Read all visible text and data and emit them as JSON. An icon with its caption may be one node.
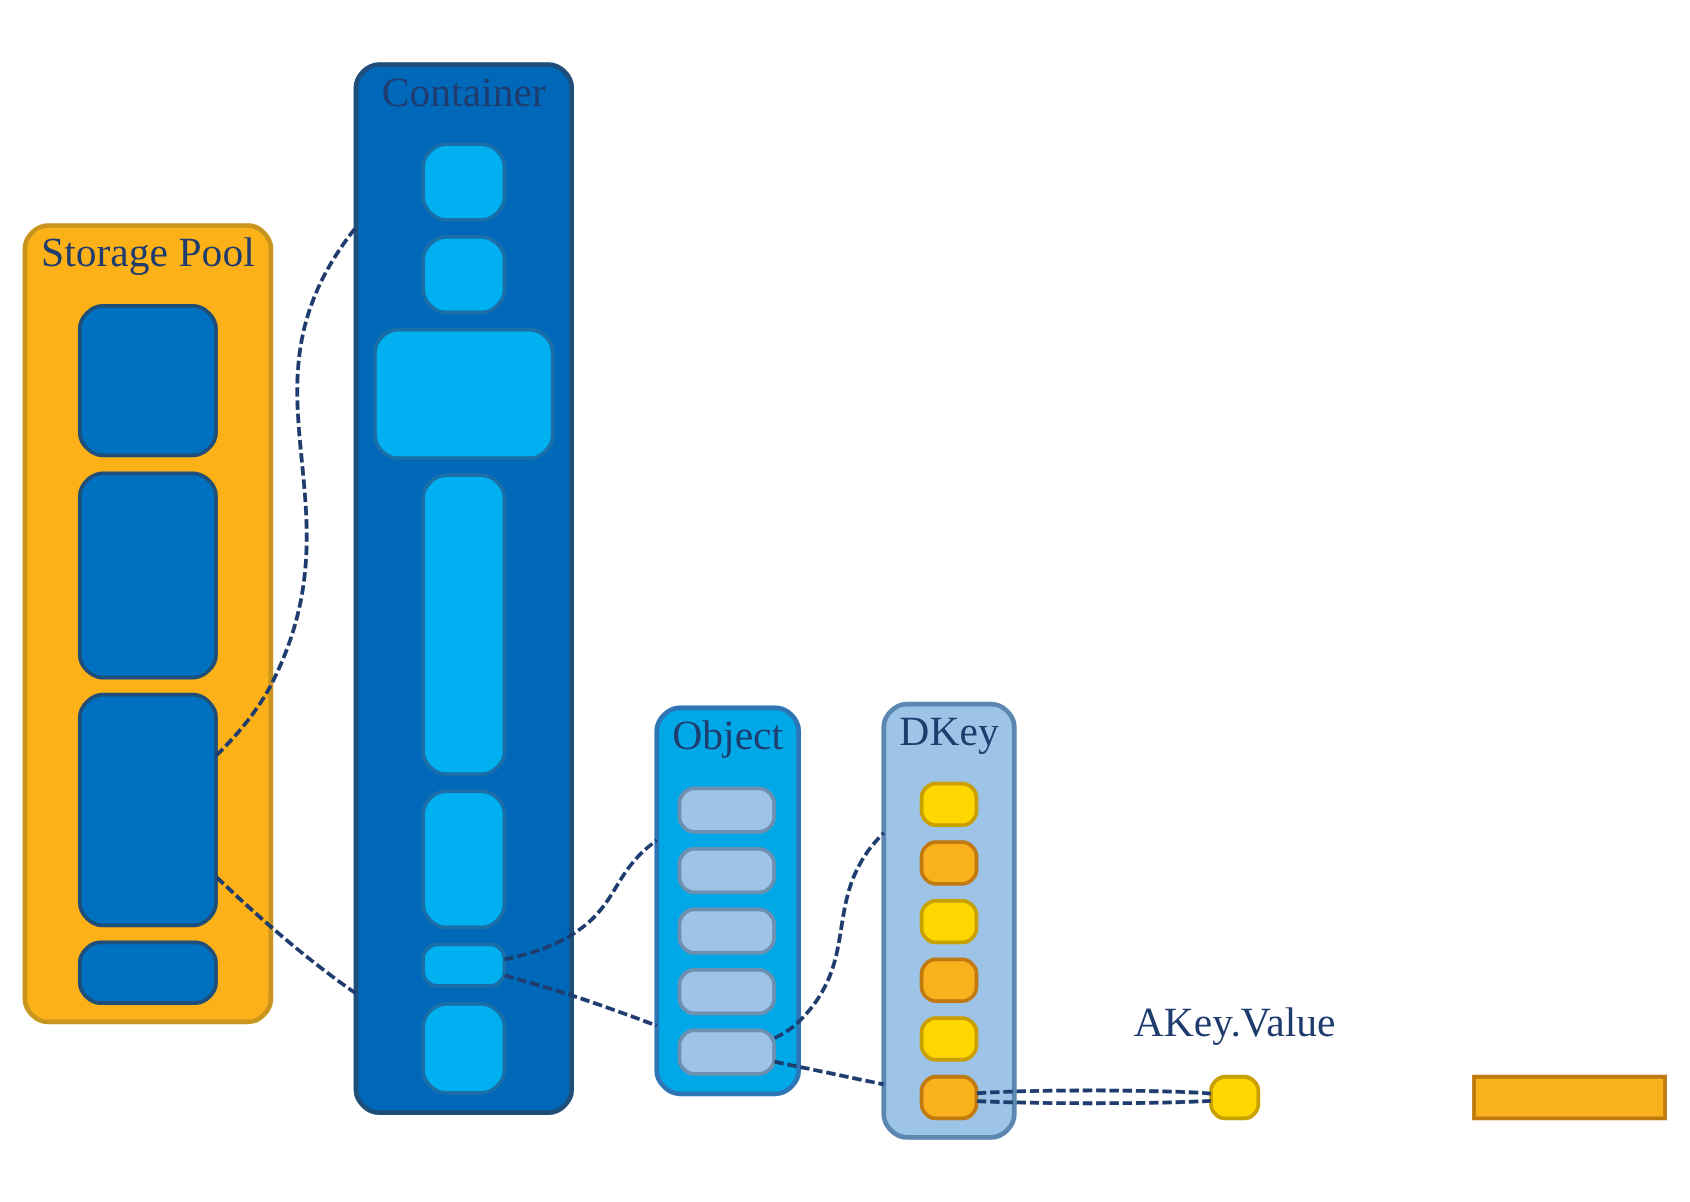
{
  "diagram": {
    "nodes": [
      {
        "text": [
          "Storage Pool"
        ]
      },
      {
        "text": [],
        "shape": "box",
        "in": 0
      },
      {
        "text": [],
        "shape": "box",
        "in": 0
      },
      {
        "text": [],
        "shape": "box",
        "in": 0
      },
      {
        "text": [],
        "shape": "box",
        "in": 0
      },
      {
        "text": [
          "Container"
        ]
      },
      {
        "text": [],
        "shape": "box",
        "in": 5
      },
      {
        "text": [],
        "shape": "box",
        "in": 5
      },
      {
        "text": [],
        "shape": "box",
        "in": 5
      },
      {
        "text": [],
        "shape": "box",
        "in": 5
      },
      {
        "text": [],
        "shape": "box",
        "in": 5
      },
      {
        "text": [],
        "shape": "box",
        "in": 5
      },
      {
        "text": [],
        "shape": "box",
        "in": 5
      },
      {
        "text": [
          "Object"
        ]
      },
      {
        "text": [],
        "shape": "box",
        "in": 13
      },
      {
        "text": [],
        "shape": "box",
        "in": 13
      },
      {
        "text": [],
        "shape": "box",
        "in": 13
      },
      {
        "text": [],
        "shape": "box",
        "in": 13
      },
      {
        "text": [],
        "shape": "box",
        "in": 13
      },
      {
        "text": [
          "DKey"
        ]
      },
      {
        "text": [],
        "shape": "box",
        "in": 19
      },
      {
        "text": [],
        "shape": "box",
        "in": 19
      },
      {
        "text": [],
        "shape": "box",
        "in": 19
      },
      {
        "text": [],
        "shape": "box",
        "in": 19
      },
      {
        "text": [],
        "shape": "box",
        "in": 19
      },
      {
        "text": [],
        "shape": "box",
        "in": 19
      },
      {
        "text": [],
        "shape": "box"
      },
      {
        "text": [],
        "shape": "bar"
      }
    ],
    "edges": [
      {
        "from": 3,
        "to": 5,
        "arrow": "none",
        "style": "dashed"
      },
      {
        "from": 3,
        "to": 5,
        "arrow": "none",
        "style": "dashed"
      },
      {
        "from": 11,
        "to": 13,
        "arrow": "none",
        "style": "dashed"
      },
      {
        "from": 11,
        "to": 13,
        "arrow": "none",
        "style": "dashed"
      },
      {
        "from": 18,
        "to": 19,
        "arrow": "none",
        "style": "dashed"
      },
      {
        "from": 18,
        "to": 19,
        "arrow": "none",
        "style": "dashed"
      },
      {
        "from": 25,
        "to": 26,
        "arrow": "none",
        "style": "dashed"
      },
      {
        "from": 25,
        "to": 26,
        "arrow": "none",
        "style": "dashed"
      }
    ],
    "labels": [
      "AKey.Value"
    ]
  }
}
